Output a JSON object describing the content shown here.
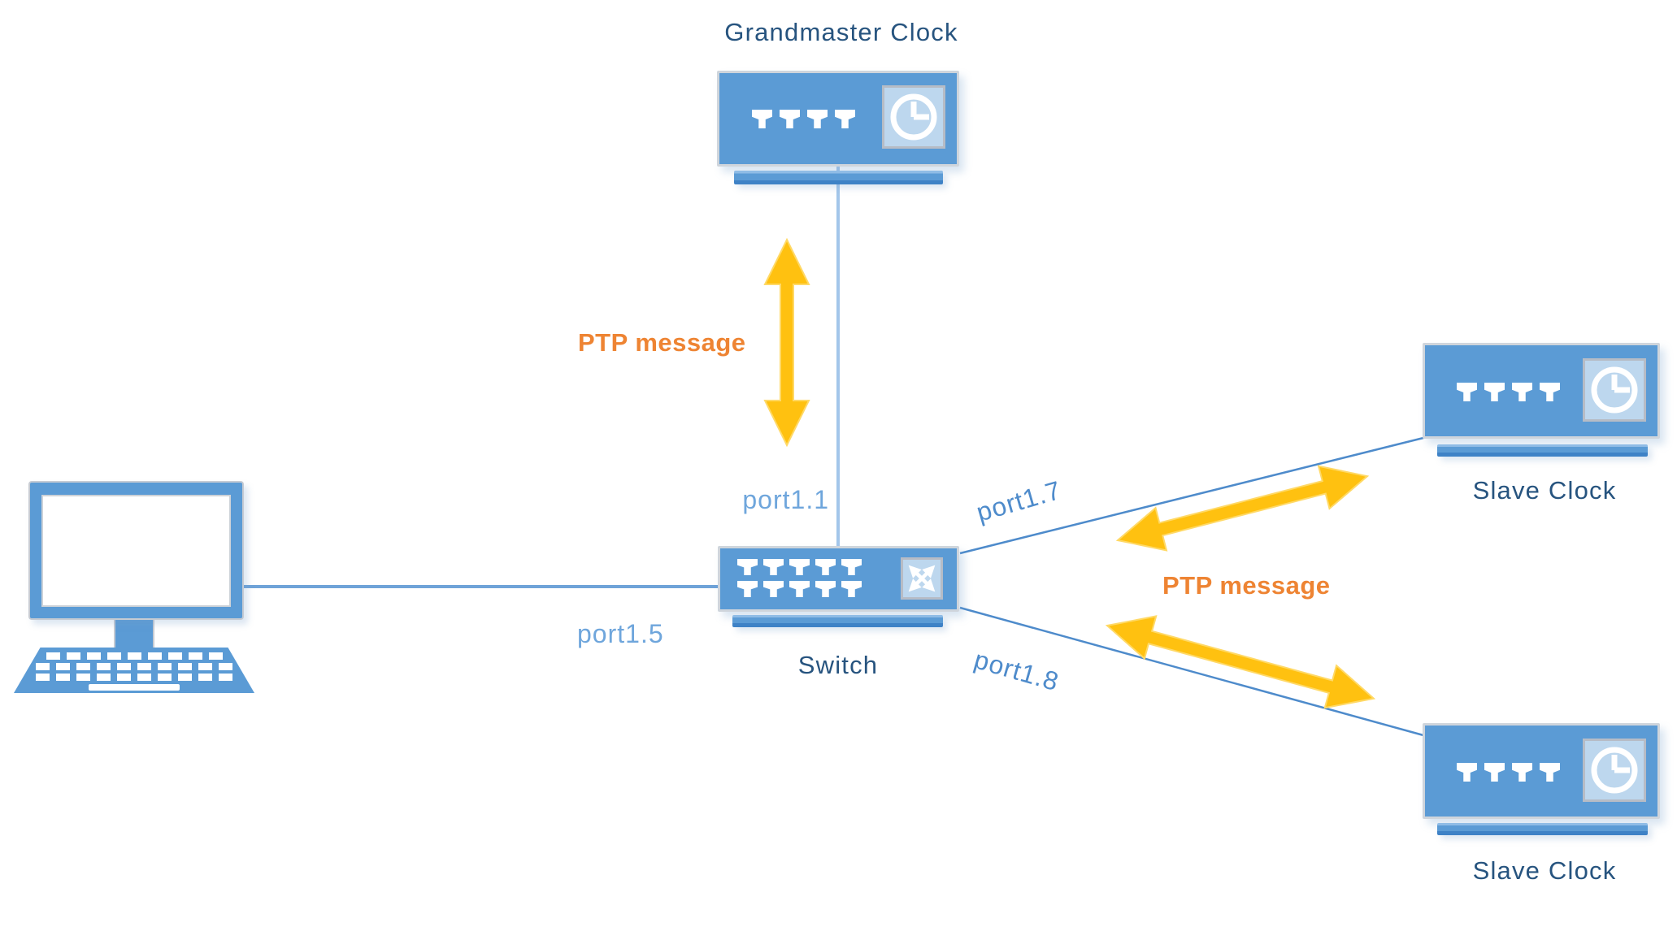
{
  "devices": {
    "grandmaster": {
      "label": "Grandmaster Clock"
    },
    "switch": {
      "label": "Switch"
    },
    "slave_top": {
      "label": "Slave Clock"
    },
    "slave_bottom": {
      "label": "Slave Clock"
    }
  },
  "port_labels": {
    "p11": "port1.1",
    "p15": "port1.5",
    "p17": "port1.7",
    "p18": "port1.8"
  },
  "annotations": {
    "ptp_message_top": "PTP message",
    "ptp_message_right": "PTP message"
  },
  "icons": {
    "clock": "clock-icon",
    "crossover": "crossover-arrows-icon",
    "ethernet_port": "ethernet-port-icon",
    "computer": "computer-icon"
  },
  "colors": {
    "device_fill": "#5B9BD5",
    "device_border": "#CFD5DC",
    "badge_fill": "#BDD7EE",
    "base_dark": "#3E82C6",
    "link_line": "#4E8BCB",
    "arrow_fill": "#FFC110",
    "ptp_text": "#EE8433",
    "port_text": "#6FA6DC",
    "device_label_text": "#27547F"
  }
}
